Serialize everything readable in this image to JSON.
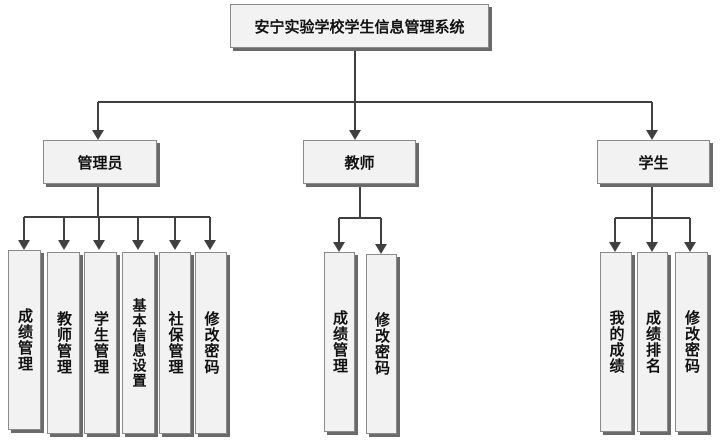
{
  "root": {
    "label": "安宁实验学校学生信息管理系统"
  },
  "roles": [
    {
      "label": "管理员",
      "functions": [
        "成绩管理",
        "教师管理",
        "学生管理",
        "基本信息设置",
        "社保管理",
        "修改密码"
      ]
    },
    {
      "label": "教师",
      "functions": [
        "成绩管理",
        "修改密码"
      ]
    },
    {
      "label": "学生",
      "functions": [
        "我的成绩",
        "成绩排名",
        "修改密码"
      ]
    }
  ],
  "colors": {
    "box_fill": "#f2f2f2",
    "box_border": "#8a8a8a",
    "shadow": "#6a6a6a",
    "connector": "#404040"
  }
}
